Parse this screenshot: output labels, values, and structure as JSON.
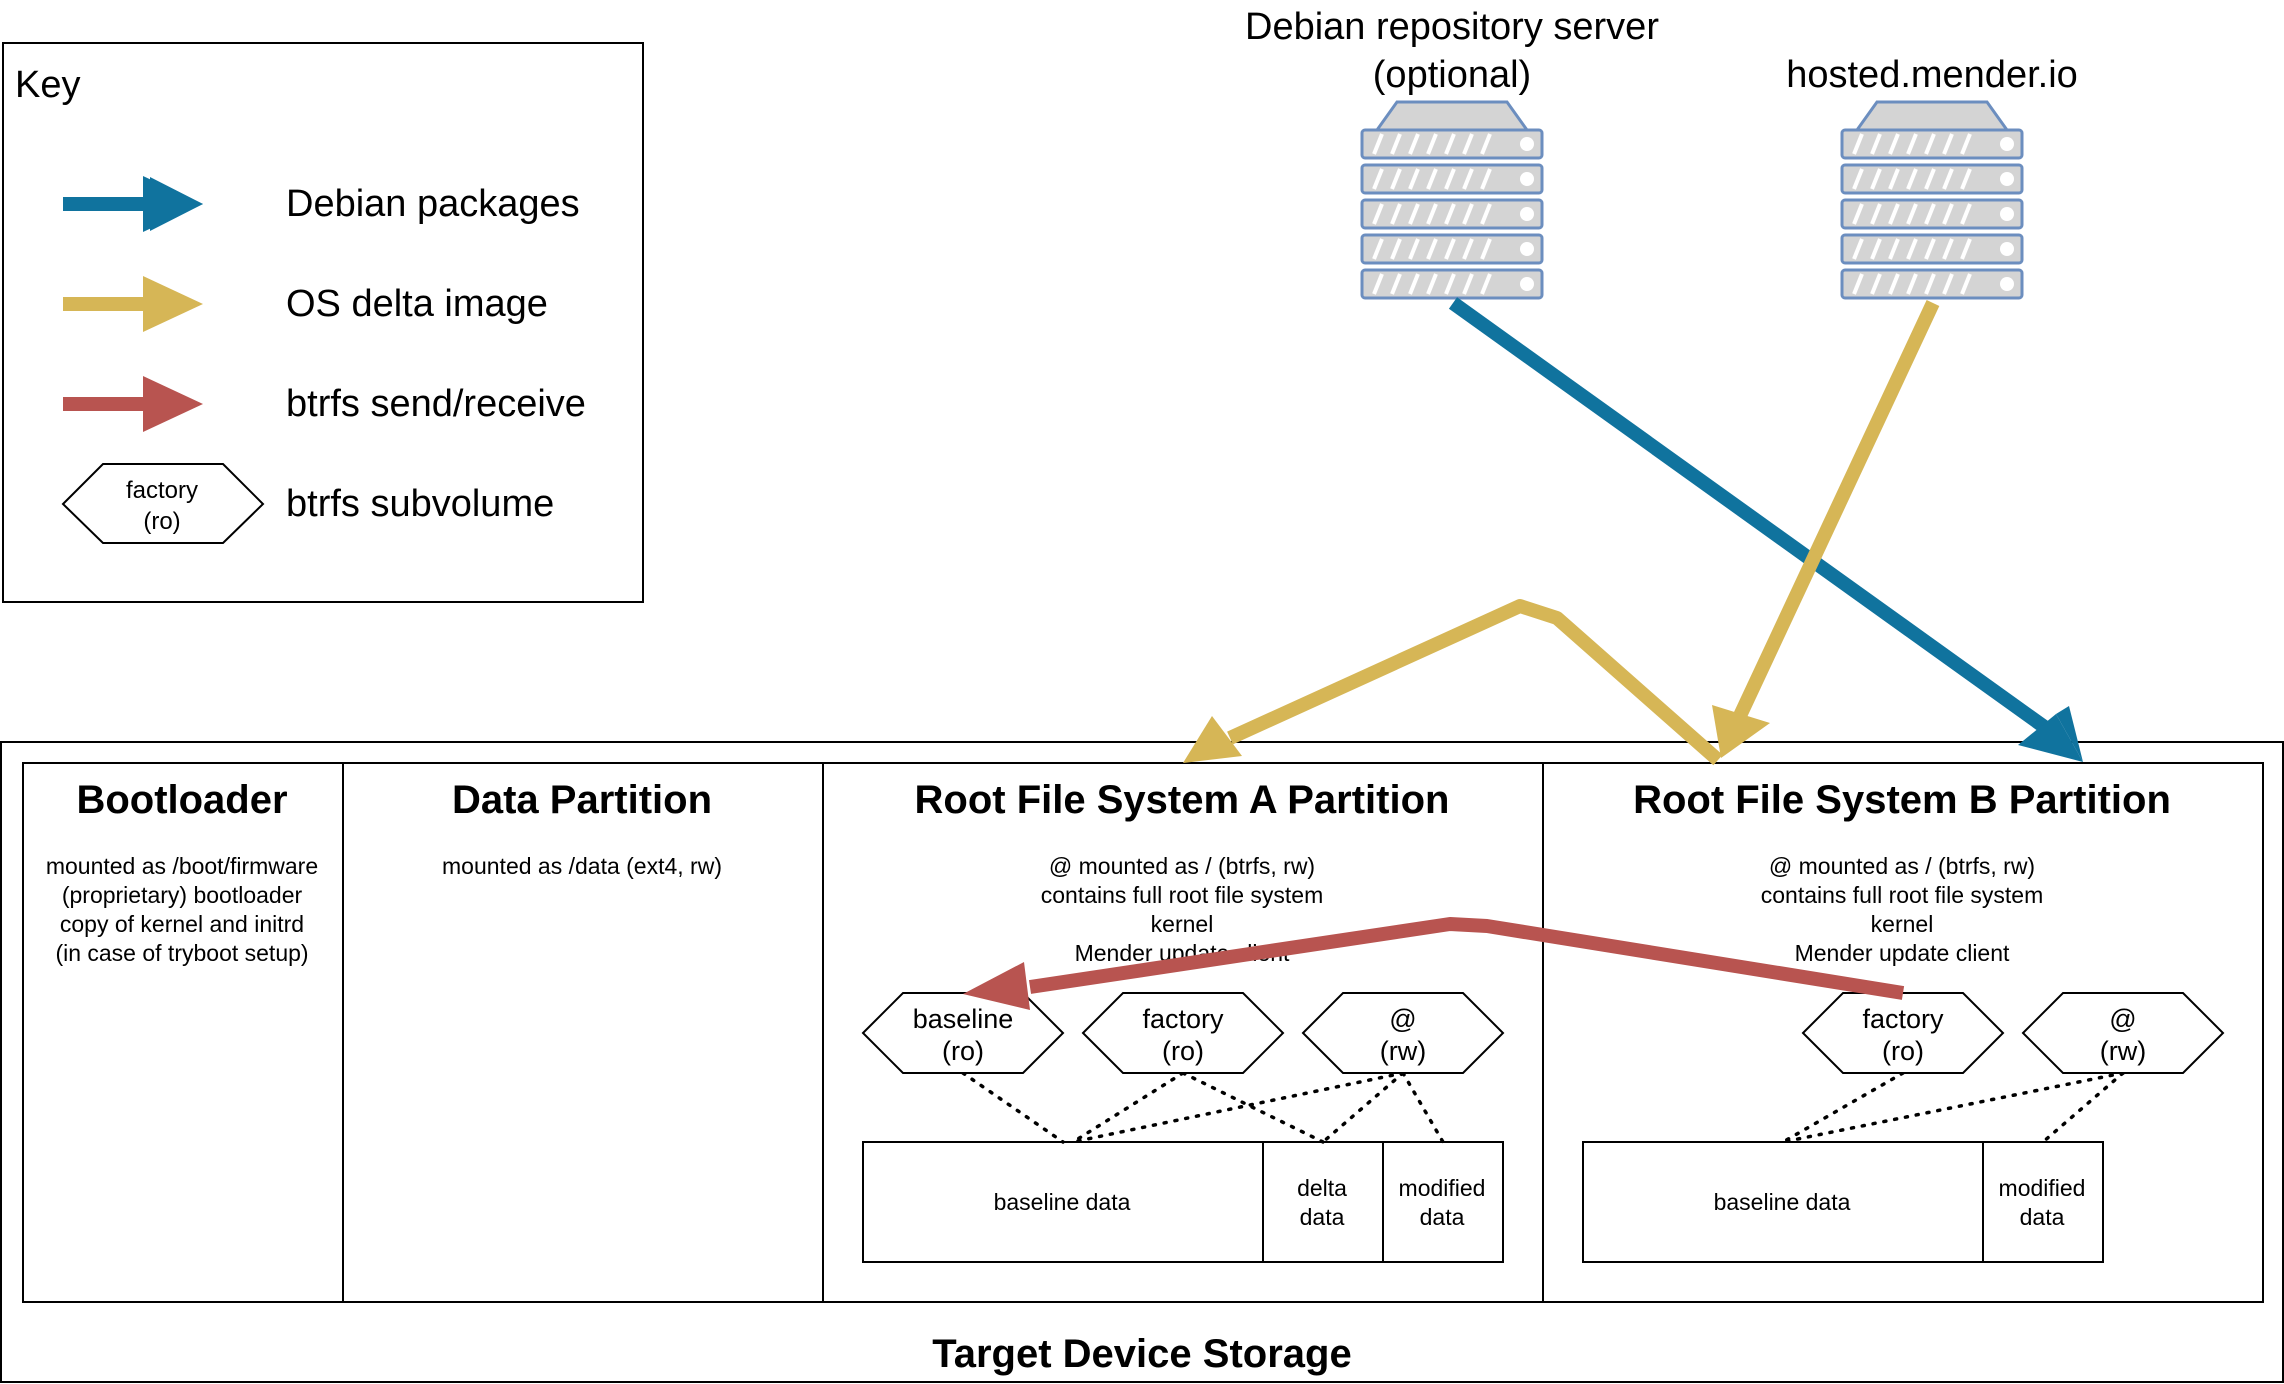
{
  "key": {
    "title": "Key",
    "items": [
      {
        "label": "Debian packages",
        "color": "#10739e"
      },
      {
        "label": "OS delta image",
        "color": "#d6b656"
      },
      {
        "label": "btrfs send/receive",
        "color": "#b85450"
      },
      {
        "label": "btrfs subvolume",
        "hex": [
          "factory",
          "(ro)"
        ]
      }
    ]
  },
  "servers": [
    {
      "label_lines": [
        "Debian repository server",
        "(optional)"
      ]
    },
    {
      "label_lines": [
        "hosted.mender.io"
      ]
    }
  ],
  "storage": {
    "title": "Target Device Storage",
    "partitions": [
      {
        "title": "Bootloader",
        "lines": [
          "mounted as /boot/firmware",
          "(proprietary) bootloader",
          "copy of kernel and initrd",
          "(in case of tryboot setup)"
        ]
      },
      {
        "title": "Data Partition",
        "lines": [
          "mounted as /data (ext4, rw)"
        ]
      },
      {
        "title": "Root File System A Partition",
        "lines": [
          "@ mounted as / (btrfs, rw)",
          "contains full root file system",
          "kernel",
          "Mender update client"
        ],
        "subvolumes": [
          [
            "baseline",
            "(ro)"
          ],
          [
            "factory",
            "(ro)"
          ],
          [
            "@",
            "(rw)"
          ]
        ],
        "data_cells": [
          [
            "baseline data"
          ],
          [
            "delta",
            "data"
          ],
          [
            "modified",
            "data"
          ]
        ]
      },
      {
        "title": "Root File System B Partition",
        "lines": [
          "@ mounted as / (btrfs, rw)",
          "contains full root file system",
          "kernel",
          "Mender update client"
        ],
        "subvolumes": [
          [
            "factory",
            "(ro)"
          ],
          [
            "@",
            "(rw)"
          ]
        ],
        "data_cells": [
          [
            "baseline data"
          ],
          [
            "modified",
            "data"
          ]
        ]
      }
    ]
  },
  "colors": {
    "debian": "#10739e",
    "delta": "#d6b656",
    "btrfs": "#b85450",
    "server_fill": "#d4d4d4",
    "server_stroke": "#6c8ebf"
  }
}
